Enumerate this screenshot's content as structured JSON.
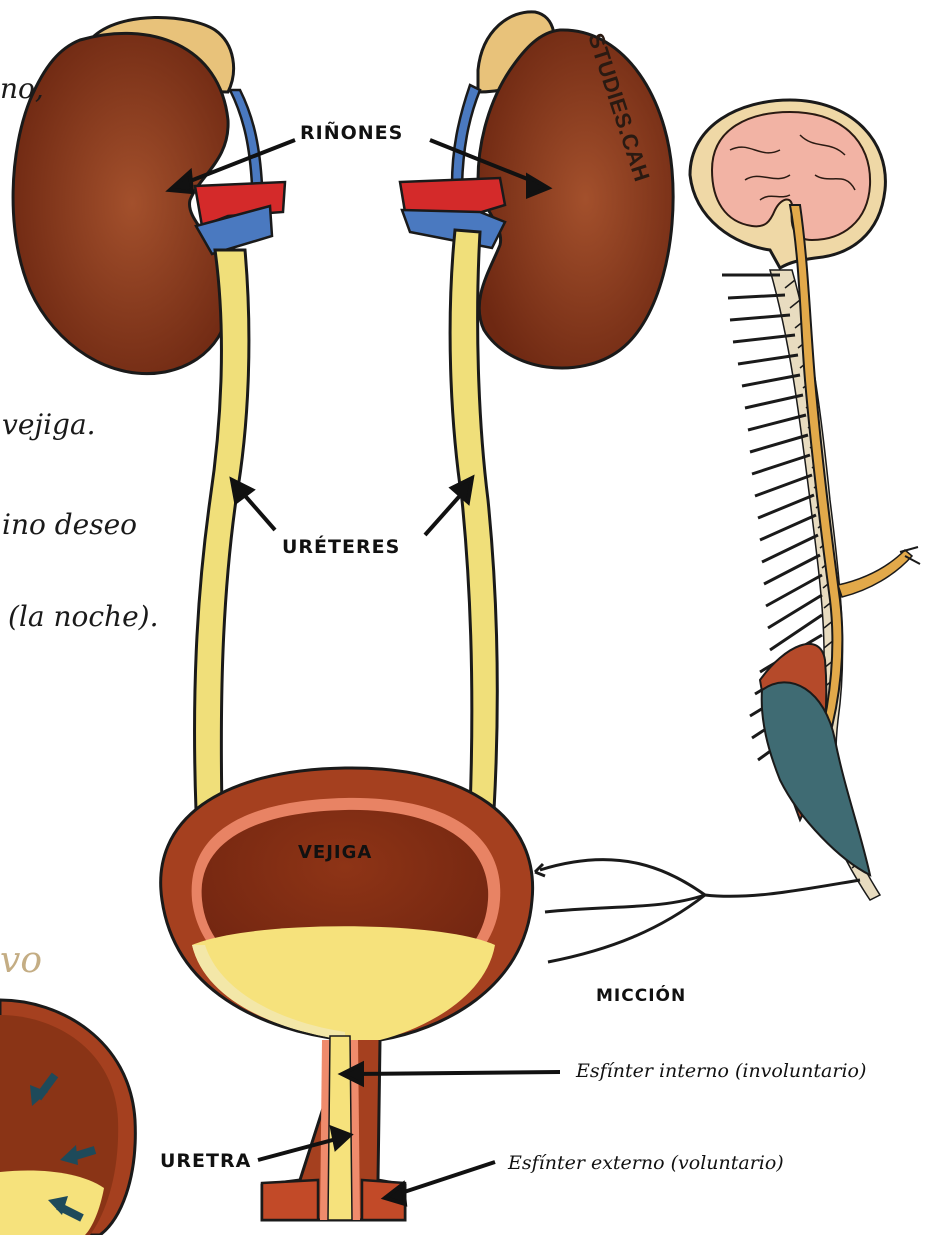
{
  "labels": {
    "kidneys": "RIÑONES",
    "ureters": "URÉTERES",
    "bladder": "VEJIGA",
    "micturition": "MICCIÓN",
    "urethra": "URETRA",
    "internal_sphincter": "Esfínter interno (involuntario)",
    "external_sphincter": "Esfínter externo (voluntario)",
    "watermark": "STUDIES.CAH"
  },
  "cut_text": {
    "line1": "no,",
    "line2": "vejiga.",
    "line3": "ino deseo",
    "line4": "(la noche).",
    "line5": "vo"
  },
  "colors": {
    "kidney": "#8a3a1f",
    "adrenal": "#e8c27a",
    "artery": "#d42a2a",
    "vein": "#4a79c0",
    "ureter": "#f0df7a",
    "bladder_wall": "#a5401f",
    "urine": "#f6e27c",
    "spine_bone": "#e8dcc0",
    "spinal_cord": "#e2a94a",
    "brain": "#f2b3a4",
    "muscle_red": "#b54a2a",
    "muscle_teal": "#3f6b73"
  }
}
